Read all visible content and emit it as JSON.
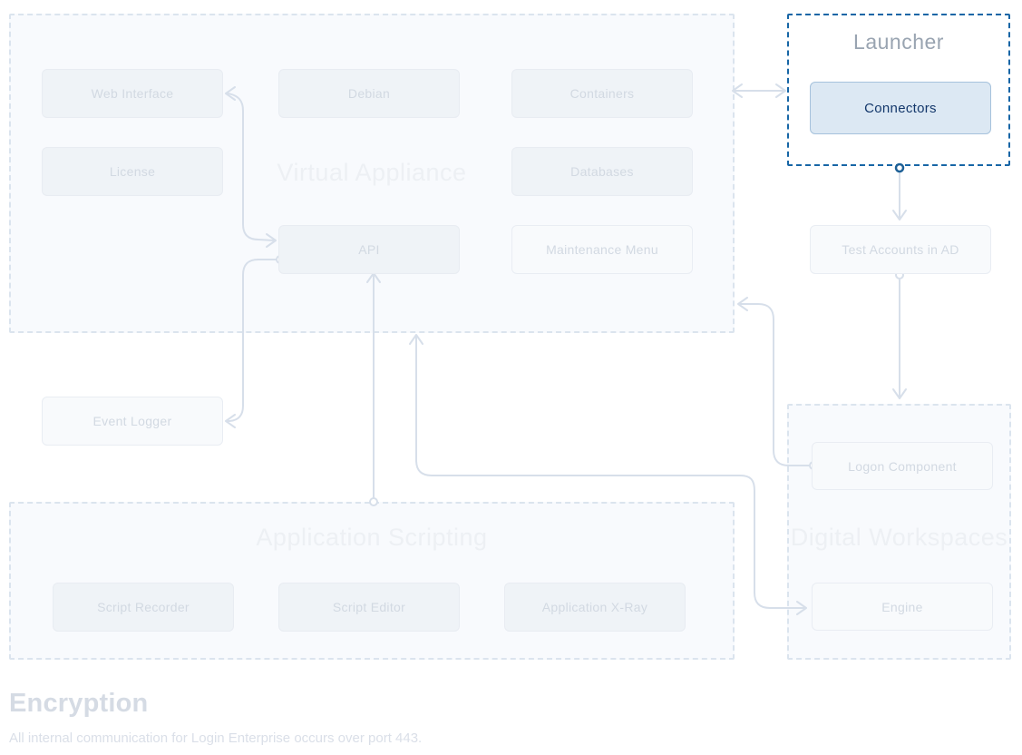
{
  "diagram": {
    "groups": {
      "virtual_appliance": {
        "title": "Virtual Appliance"
      },
      "launcher": {
        "title": "Launcher"
      },
      "application_scripting": {
        "title": "Application Scripting"
      },
      "digital_workspaces": {
        "title": "Digital Workspaces"
      }
    },
    "nodes": {
      "web_interface": "Web Interface",
      "debian": "Debian",
      "containers": "Containers",
      "license": "License",
      "databases": "Databases",
      "api": "API",
      "maintenance_menu": "Maintenance Menu",
      "event_logger": "Event Logger",
      "script_recorder": "Script Recorder",
      "script_editor": "Script Editor",
      "application_xray": "Application X-Ray",
      "connectors": "Connectors",
      "test_accounts_in_ad": "Test Accounts in AD",
      "logon_component": "Logon Component",
      "engine": "Engine"
    },
    "highlight": {
      "group": "launcher",
      "node": "connectors"
    },
    "edges": [
      {
        "from": "api",
        "to": "web_interface",
        "bidirectional": true
      },
      {
        "from": "api",
        "to": "event_logger",
        "bidirectional": false
      },
      {
        "from": "application_scripting",
        "to": "api",
        "bidirectional": false
      },
      {
        "from": "virtual_appliance",
        "to": "engine",
        "bidirectional": true
      },
      {
        "from": "logon_component",
        "to": "virtual_appliance",
        "bidirectional": false
      },
      {
        "from": "virtual_appliance",
        "to": "launcher",
        "bidirectional": true
      },
      {
        "from": "launcher",
        "to": "test_accounts_in_ad",
        "bidirectional": false
      },
      {
        "from": "test_accounts_in_ad",
        "to": "digital_workspaces",
        "bidirectional": false
      }
    ],
    "colors": {
      "accent_border": "#1766a6",
      "accent_dot": "#1d6096",
      "highlight_fill": "#dce8f3",
      "highlight_border": "#a6c2dc",
      "highlight_text": "#14386b",
      "faded_dash_border": "#dbe4ee",
      "faded_line": "#d7dfea",
      "faded_node_text": "#d2d9e2",
      "watermark_text": "#edf0f4",
      "launcher_title_text": "#99a4b1"
    }
  },
  "footer": {
    "heading": "Encryption",
    "body": "All internal communication for Login Enterprise occurs over port 443."
  }
}
